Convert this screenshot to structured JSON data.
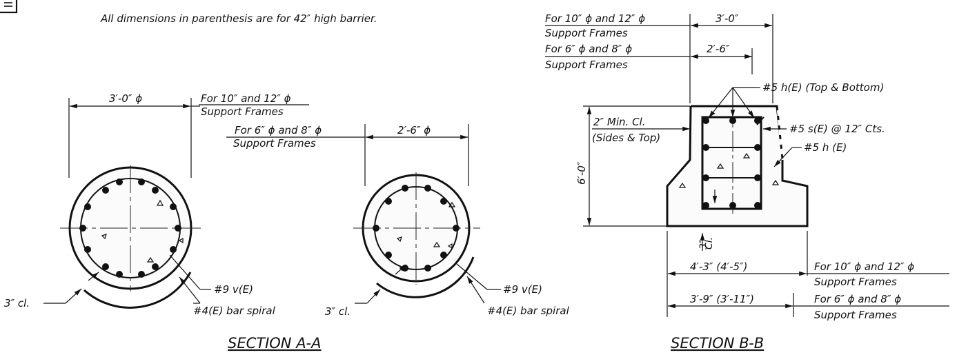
{
  "header_note": "All dimensions in parenthesis are for 42″ high barrier.",
  "section_a": {
    "title": "SECTION A-A",
    "dim_large": "3′-0″ ϕ",
    "dim_small": "2′-6″ ϕ",
    "frames_large_line1": "For 10″ and 12″ ϕ",
    "frames_large_line2": "Support Frames",
    "frames_small_line1": "For 6″ ϕ and 8″ ϕ",
    "frames_small_line2": "Support Frames",
    "left_cover": "3″ cl.",
    "left_vert_bar": "#9 v(E)",
    "left_spiral": "#4(E) bar spiral",
    "right_cover": "3″ cl.",
    "right_vert_bar": "#9 v(E)",
    "right_spiral": "#4(E) bar spiral"
  },
  "section_b": {
    "title": "SECTION B-B",
    "top_frames_1_line1": "For 10″ ϕ and 12″ ϕ",
    "top_frames_1_line2": "Support Frames",
    "top_dim_1": "3′-0″",
    "top_frames_2_line1": "For 6″ ϕ and 8″ ϕ",
    "top_frames_2_line2": "Support Frames",
    "top_dim_2": "2′-6″",
    "bar_top_bottom": "#5 h(E) (Top & Bottom)",
    "min_cl_line1": "2″ Min. Cl.",
    "min_cl_line2": "(Sides & Top)",
    "stirrup": "#5 s(E) @ 12″ Cts.",
    "bar_h": "#5 h (E)",
    "height": "6′-0″",
    "bottom_cl_1": "3″",
    "bottom_cl_2": "Cl.",
    "bot_dim_1": "4′-3″ (4′-5″)",
    "bot_frames_1_line1": "For 10″ ϕ and 12″ ϕ",
    "bot_frames_1_line2": "Support Frames",
    "bot_dim_2": "3′-9″ (3′-11″)",
    "bot_frames_2_line1": "For 6″ ϕ and 8″ ϕ",
    "bot_frames_2_line2": "Support Frames"
  },
  "icons": {
    "corner": "document-icon"
  }
}
